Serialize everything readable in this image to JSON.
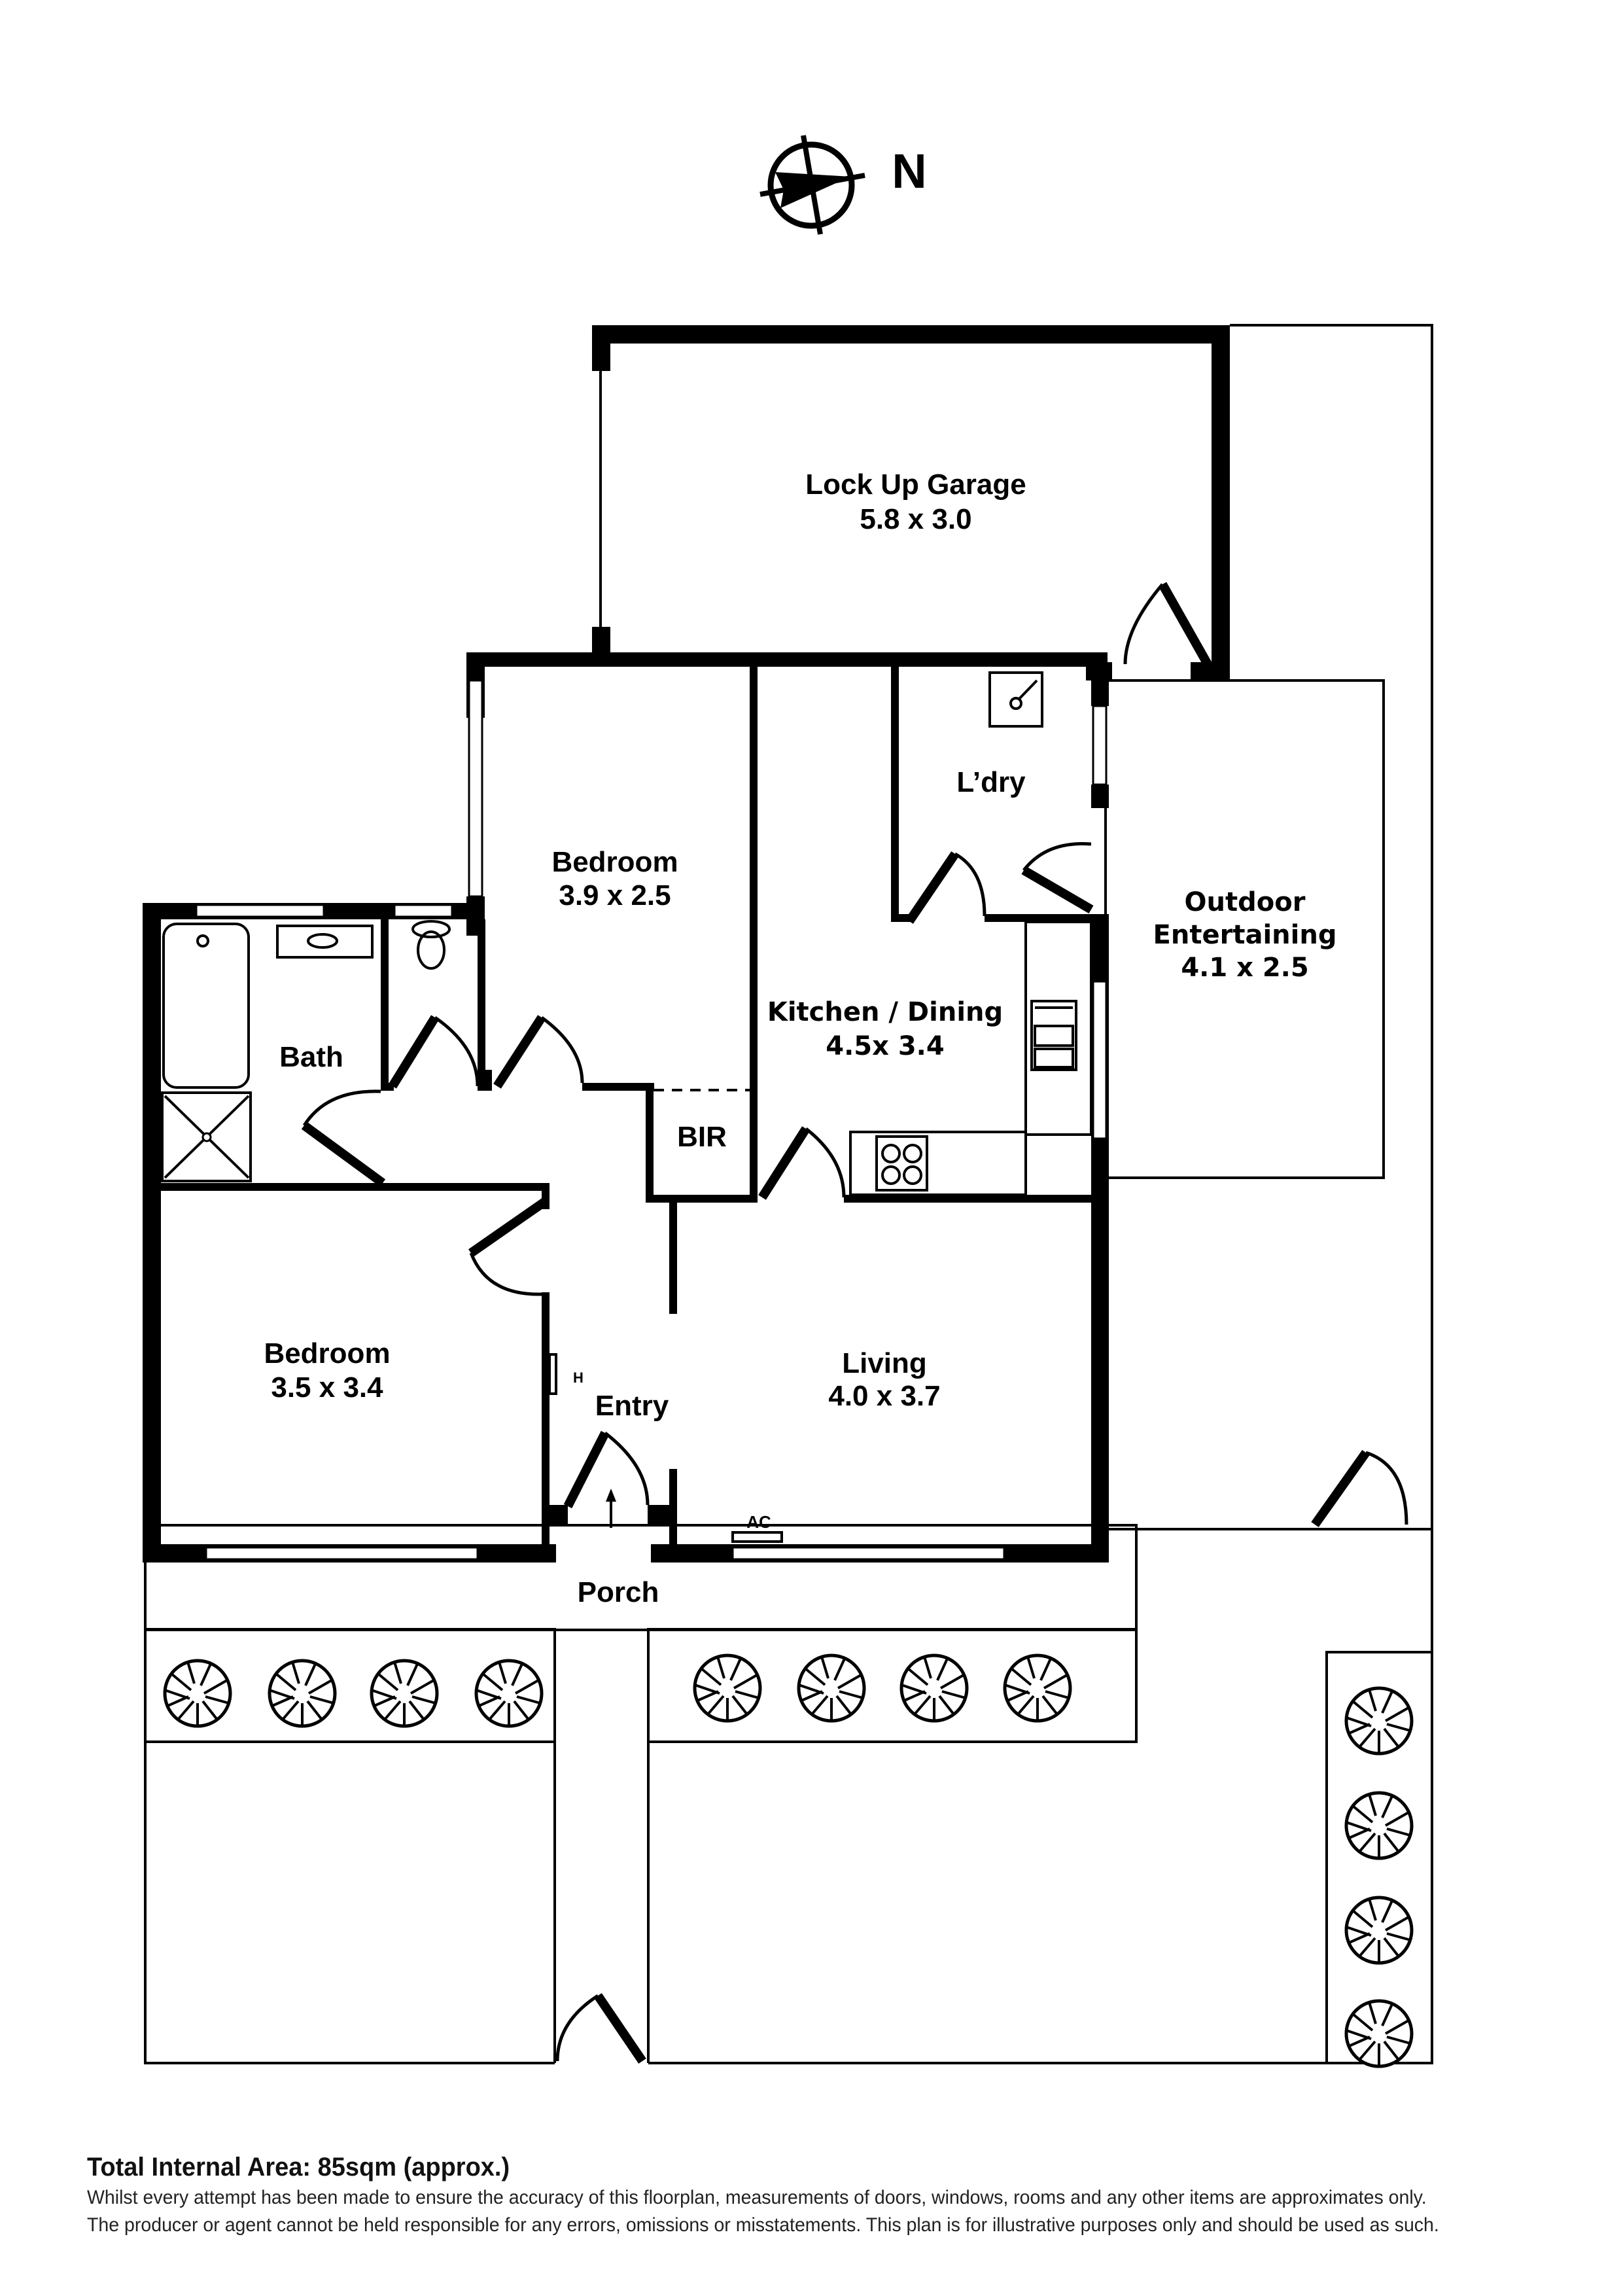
{
  "compass": {
    "label": "N",
    "icon": "north-arrow-icon"
  },
  "rooms": [
    {
      "id": "garage",
      "name": "Lock Up Garage",
      "size": "5.8 x 3.0"
    },
    {
      "id": "bedroom2",
      "name": "Bedroom",
      "size": "3.9 x 2.5"
    },
    {
      "id": "laundry",
      "name": "L’dry",
      "size": ""
    },
    {
      "id": "outdoor",
      "name": "Outdoor",
      "name2": "Entertaining",
      "size": "4.1 x 2.5"
    },
    {
      "id": "kitchen",
      "name": "Kitchen / Dining",
      "size": "4.5x 3.4"
    },
    {
      "id": "bath",
      "name": "Bath",
      "size": ""
    },
    {
      "id": "bir",
      "name": "BIR",
      "size": ""
    },
    {
      "id": "bedroom1",
      "name": "Bedroom",
      "size": "3.5 x 3.4"
    },
    {
      "id": "entry",
      "name": "Entry",
      "size": ""
    },
    {
      "id": "living",
      "name": "Living",
      "size": "4.0 x 3.7"
    },
    {
      "id": "porch",
      "name": "Porch",
      "size": ""
    }
  ],
  "fixtures": {
    "heater_label": "H",
    "ac_label": "AC"
  },
  "footer": {
    "total_area": "Total Internal Area: 85sqm (approx.)",
    "disclaimer_line1": "Whilst every attempt has been made to ensure the accuracy of this floorplan, measurements of doors, windows, rooms and any other items are approximates only.",
    "disclaimer_line2": "The producer or agent cannot be held responsible for any errors, omissions or misstatements. This plan is for illustrative purposes only and should be used as such."
  }
}
